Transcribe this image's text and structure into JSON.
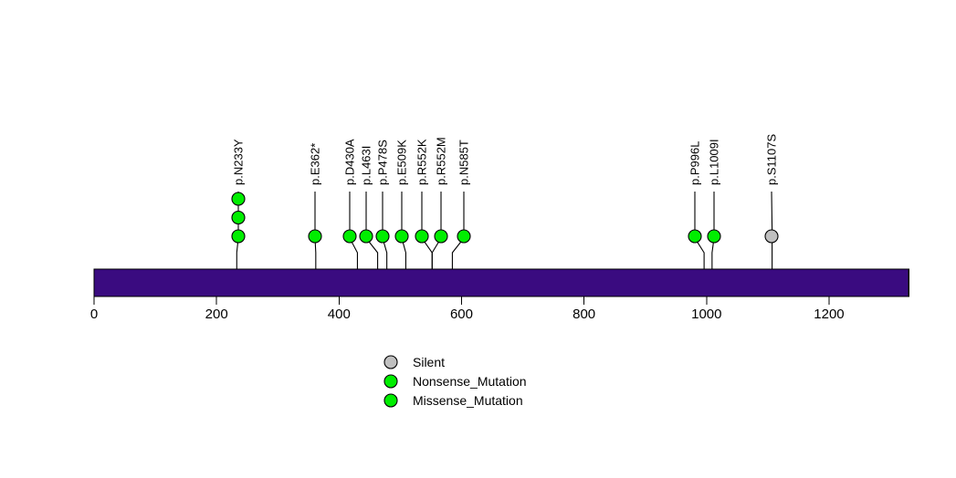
{
  "chart_data": {
    "type": "lollipop",
    "title": "",
    "xlabel": "",
    "ylabel": "",
    "xlim": [
      0,
      1330
    ],
    "grid": false,
    "protein_length": 1330,
    "axis_ticks": [
      {
        "value": 0,
        "label": "0"
      },
      {
        "value": 200,
        "label": "200"
      },
      {
        "value": 400,
        "label": "400"
      },
      {
        "value": 600,
        "label": "600"
      },
      {
        "value": 800,
        "label": "800"
      },
      {
        "value": 1000,
        "label": "1000"
      },
      {
        "value": 1200,
        "label": "1200"
      }
    ],
    "bar_color": "#3A0B80",
    "mutations": [
      {
        "label": "p.N233Y",
        "position": 233,
        "count": 3,
        "type": "Missense_Mutation",
        "color": "#00EE00",
        "label_x": 261
      },
      {
        "label": "p.E362*",
        "position": 362,
        "count": 1,
        "type": "Nonsense_Mutation",
        "color": "#00EE00",
        "label_x": 345
      },
      {
        "label": "p.D430A",
        "position": 430,
        "count": 1,
        "type": "Missense_Mutation",
        "color": "#00EE00",
        "label_x": 383
      },
      {
        "label": "p.L463I",
        "position": 463,
        "count": 1,
        "type": "Missense_Mutation",
        "color": "#00EE00",
        "label_x": 401
      },
      {
        "label": "p.P478S",
        "position": 478,
        "count": 1,
        "type": "Missense_Mutation",
        "color": "#00EE00",
        "label_x": 419
      },
      {
        "label": "p.E509K",
        "position": 509,
        "count": 1,
        "type": "Missense_Mutation",
        "color": "#00EE00",
        "label_x": 440
      },
      {
        "label": "p.R552K",
        "position": 552,
        "count": 1,
        "type": "Missense_Mutation",
        "color": "#00EE00",
        "label_x": 462
      },
      {
        "label": "p.R552M",
        "position": 552,
        "count": 1,
        "type": "Missense_Mutation",
        "color": "#00EE00",
        "label_x": 483
      },
      {
        "label": "p.N585T",
        "position": 585,
        "count": 1,
        "type": "Missense_Mutation",
        "color": "#00EE00",
        "label_x": 508
      },
      {
        "label": "p.P996L",
        "position": 996,
        "count": 1,
        "type": "Missense_Mutation",
        "color": "#00EE00",
        "label_x": 761
      },
      {
        "label": "p.L1009I",
        "position": 1009,
        "count": 1,
        "type": "Missense_Mutation",
        "color": "#00EE00",
        "label_x": 782
      },
      {
        "label": "p.S1107S",
        "position": 1107,
        "count": 1,
        "type": "Silent",
        "color": "#C0C0C0",
        "label_x": 845
      }
    ],
    "legend": {
      "position": "bottom-center",
      "entries": [
        {
          "label": "Silent",
          "color": "#C0C0C0"
        },
        {
          "label": "Nonsense_Mutation",
          "color": "#00EE00"
        },
        {
          "label": "Missense_Mutation",
          "color": "#00EE00"
        }
      ]
    }
  }
}
